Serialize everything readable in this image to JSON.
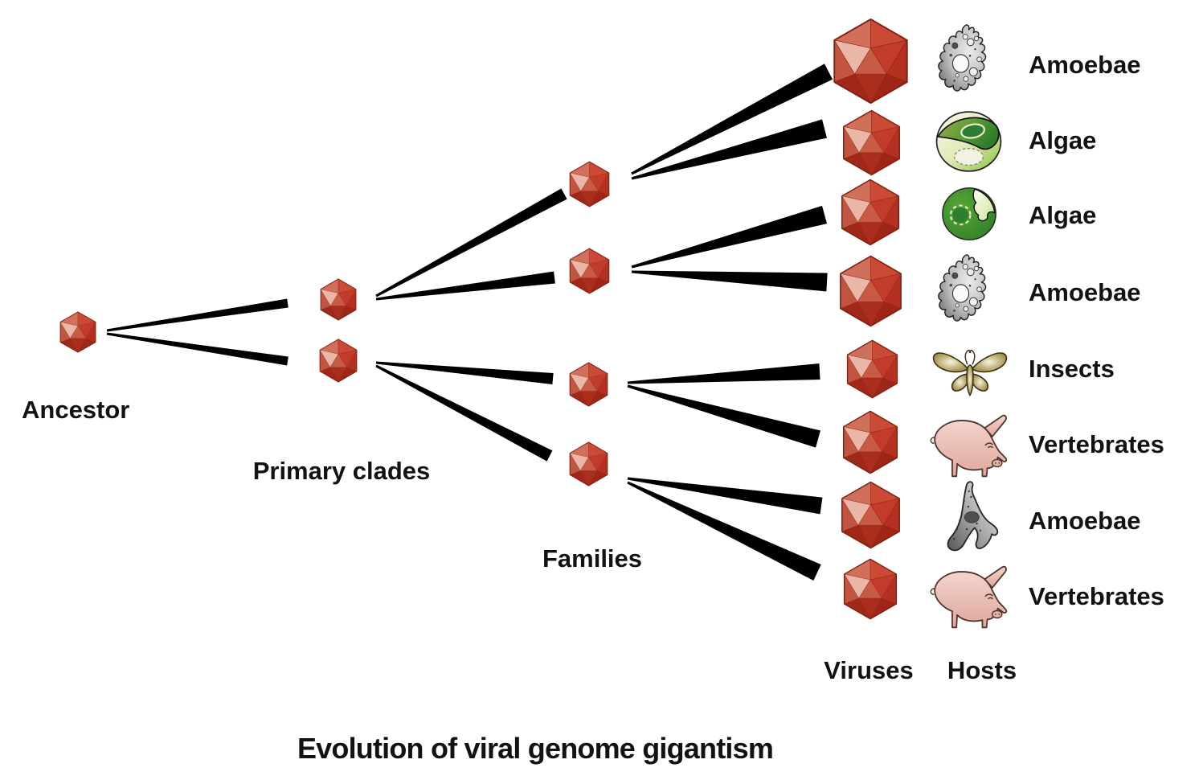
{
  "figure_title": "Evolution of viral genome gigantism",
  "column_labels": {
    "ancestor": "Ancestor",
    "primary_clades": "Primary clades",
    "families": "Families",
    "viruses": "Viruses",
    "hosts": "Hosts"
  },
  "tree": {
    "levels": [
      {
        "name": "Ancestor",
        "node_count": 1
      },
      {
        "name": "Primary clades",
        "node_count": 2
      },
      {
        "name": "Families",
        "node_count": 4
      },
      {
        "name": "Viruses",
        "node_count": 8
      }
    ],
    "branches": [
      [
        "ancestor",
        "primary-clade-1"
      ],
      [
        "ancestor",
        "primary-clade-2"
      ],
      [
        "primary-clade-1",
        "family-1"
      ],
      [
        "primary-clade-1",
        "family-2"
      ],
      [
        "primary-clade-2",
        "family-3"
      ],
      [
        "primary-clade-2",
        "family-4"
      ],
      [
        "family-1",
        "virus-1"
      ],
      [
        "family-1",
        "virus-2"
      ],
      [
        "family-2",
        "virus-3"
      ],
      [
        "family-2",
        "virus-4"
      ],
      [
        "family-3",
        "virus-5"
      ],
      [
        "family-3",
        "virus-6"
      ],
      [
        "family-4",
        "virus-7"
      ],
      [
        "family-4",
        "virus-8"
      ]
    ]
  },
  "host_rows": [
    {
      "virus": "virus-1",
      "host": "Amoebae",
      "host_icon": "amoeba-icon"
    },
    {
      "virus": "virus-2",
      "host": "Algae",
      "host_icon": "algae-sphere-icon"
    },
    {
      "virus": "virus-3",
      "host": "Algae",
      "host_icon": "algae-cell-icon"
    },
    {
      "virus": "virus-4",
      "host": "Amoebae",
      "host_icon": "amoeba-icon"
    },
    {
      "virus": "virus-5",
      "host": "Insects",
      "host_icon": "moth-icon"
    },
    {
      "virus": "virus-6",
      "host": "Vertebrates",
      "host_icon": "pig-icon"
    },
    {
      "virus": "virus-7",
      "host": "Amoebae",
      "host_icon": "amoeba-branched-icon"
    },
    {
      "virus": "virus-8",
      "host": "Vertebrates",
      "host_icon": "pig-icon"
    }
  ],
  "colors": {
    "background": "#ffffff",
    "branch": "#000000",
    "text": "#121212",
    "virus_red_light": "#e9b6a8",
    "virus_red_mid": "#c4523d",
    "virus_red_dark": "#9e2517"
  }
}
